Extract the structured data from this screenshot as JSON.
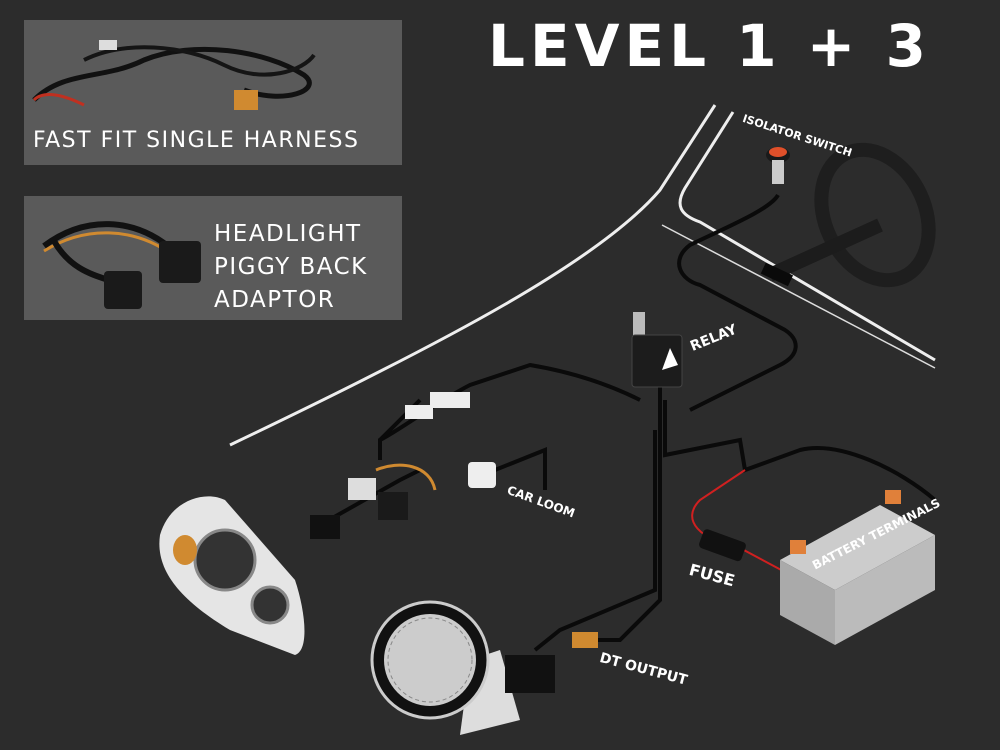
{
  "title": "LEVEL 1 + 3",
  "products": [
    {
      "label": "FAST FIT SINGLE HARNESS"
    },
    {
      "label_lines": [
        "HEADLIGHT",
        "PIGGY BACK",
        "ADAPTOR"
      ]
    }
  ],
  "labels": {
    "isolator_switch": "ISOLATOR SWITCH",
    "relay": "RELAY",
    "car_loom": "CAR LOOM",
    "fuse": "FUSE",
    "battery_terminals": "BATTERY TERMINALS",
    "dt_output": "DT OUTPUT"
  },
  "colors": {
    "background": "#2c2c2c",
    "card": "#5a5a5a",
    "accent": "#e0502a",
    "wire": "#0a0a0a",
    "wire_red": "#d02020"
  }
}
